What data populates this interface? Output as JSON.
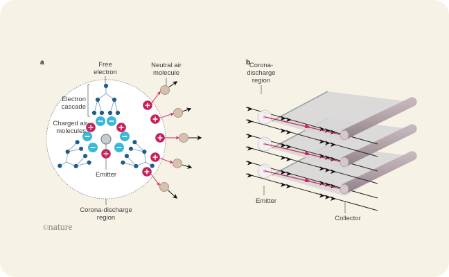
{
  "figure": {
    "credit": "nature",
    "credit_symbol": "©",
    "colors": {
      "background": "#f7f2e6",
      "electron": "#1f5c8a",
      "negative_ion": "#3bb8d6",
      "positive_ion": "#c81e5a",
      "neutral_molecule": "#d8bfae",
      "emitter": "#c6ccd2",
      "plate": "#d6d6d6",
      "collector": "#b7a9ae",
      "ion_path": "#c8285e"
    }
  },
  "panel_a": {
    "label": "a",
    "labels": {
      "free_electron_1": "Free",
      "free_electron_2": "electron",
      "neutral_1": "Neutral air",
      "neutral_2": "molecule",
      "cascade_1": "Electron",
      "cascade_2": "cascade",
      "charged_1": "Charged air",
      "charged_2": "molecules",
      "emitter": "Emitter",
      "corona_1": "Corona-discharge",
      "corona_2": "region"
    },
    "negative_symbol": "−",
    "positive_symbol": "+"
  },
  "panel_b": {
    "label": "b",
    "labels": {
      "corona_1": "Corona-",
      "corona_2": "discharge",
      "corona_3": "region",
      "emitter": "Emitter",
      "collector": "Collector"
    },
    "stack_count": 3
  }
}
